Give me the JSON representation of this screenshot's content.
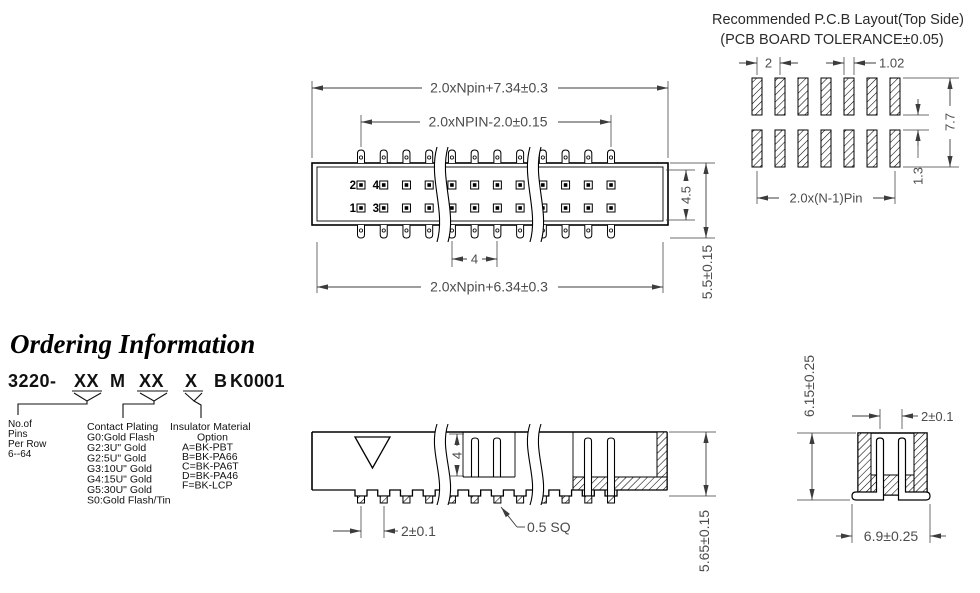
{
  "pcb_layout": {
    "title_line1": "Recommended P.C.B Layout(Top Side)",
    "title_line2": "(PCB BOARD TOLERANCE±0.05)",
    "pads_per_row": 7,
    "rows": 2,
    "dims": {
      "pitch": "2",
      "pad_width": "1.02",
      "total_height": "7.7",
      "row_gap": "1.3",
      "span": "2.0x(N-1)Pin"
    }
  },
  "top_view": {
    "pins_per_row_visible": 12,
    "pin_labels": {
      "top_first": "2",
      "top_second": "4",
      "bottom_first": "1",
      "bottom_second": "3"
    },
    "dims": {
      "outer_width": "2.0xNpin+7.34±0.3",
      "pin_span": "2.0xNPIN-2.0±0.15",
      "body_height": "4.5",
      "overall_height": "5.5±0.15",
      "center_pitch": "4",
      "inner_width": "2.0xNpin+6.34±0.3"
    }
  },
  "front_view": {
    "dims": {
      "pitch": "2±0.1",
      "pin_square": "0.5 SQ",
      "cavity_depth": "4",
      "overall_height": "5.65±0.15"
    }
  },
  "side_view": {
    "dims": {
      "pitch": "2±0.1",
      "height": "6.15±0.25",
      "width": "6.9±0.25"
    }
  },
  "ordering": {
    "title": "Ordering Information",
    "part": {
      "prefix": "3220-",
      "pins": "XX",
      "m": "M",
      "plating": "XX",
      "insulator": "X",
      "b": "B",
      "k": "K00",
      "suffix": "01"
    },
    "columns": {
      "pins": [
        "No.of",
        "Pins",
        "Per Row",
        "6--64"
      ],
      "plating": [
        "Contact Plating",
        "G0:Gold Flash",
        "G2:3U\" Gold",
        "G2:5U\" Gold",
        "G3:10U\" Gold",
        "G4:15U\" Gold",
        "G5:30U\" Gold",
        "S0:Gold Flash/Tin"
      ],
      "insulator": [
        "Insulator Material",
        "Option",
        "A=BK-PBT",
        "B=BK-PA66",
        "C=BK-PA6T",
        "D=BK-PA46",
        "F=BK-LCP"
      ]
    }
  },
  "colors": {
    "line": "#000000",
    "dim_line": "#3c3c3c",
    "dim_text": "#4c4c4c",
    "text": "#111111",
    "bg": "#ffffff"
  }
}
